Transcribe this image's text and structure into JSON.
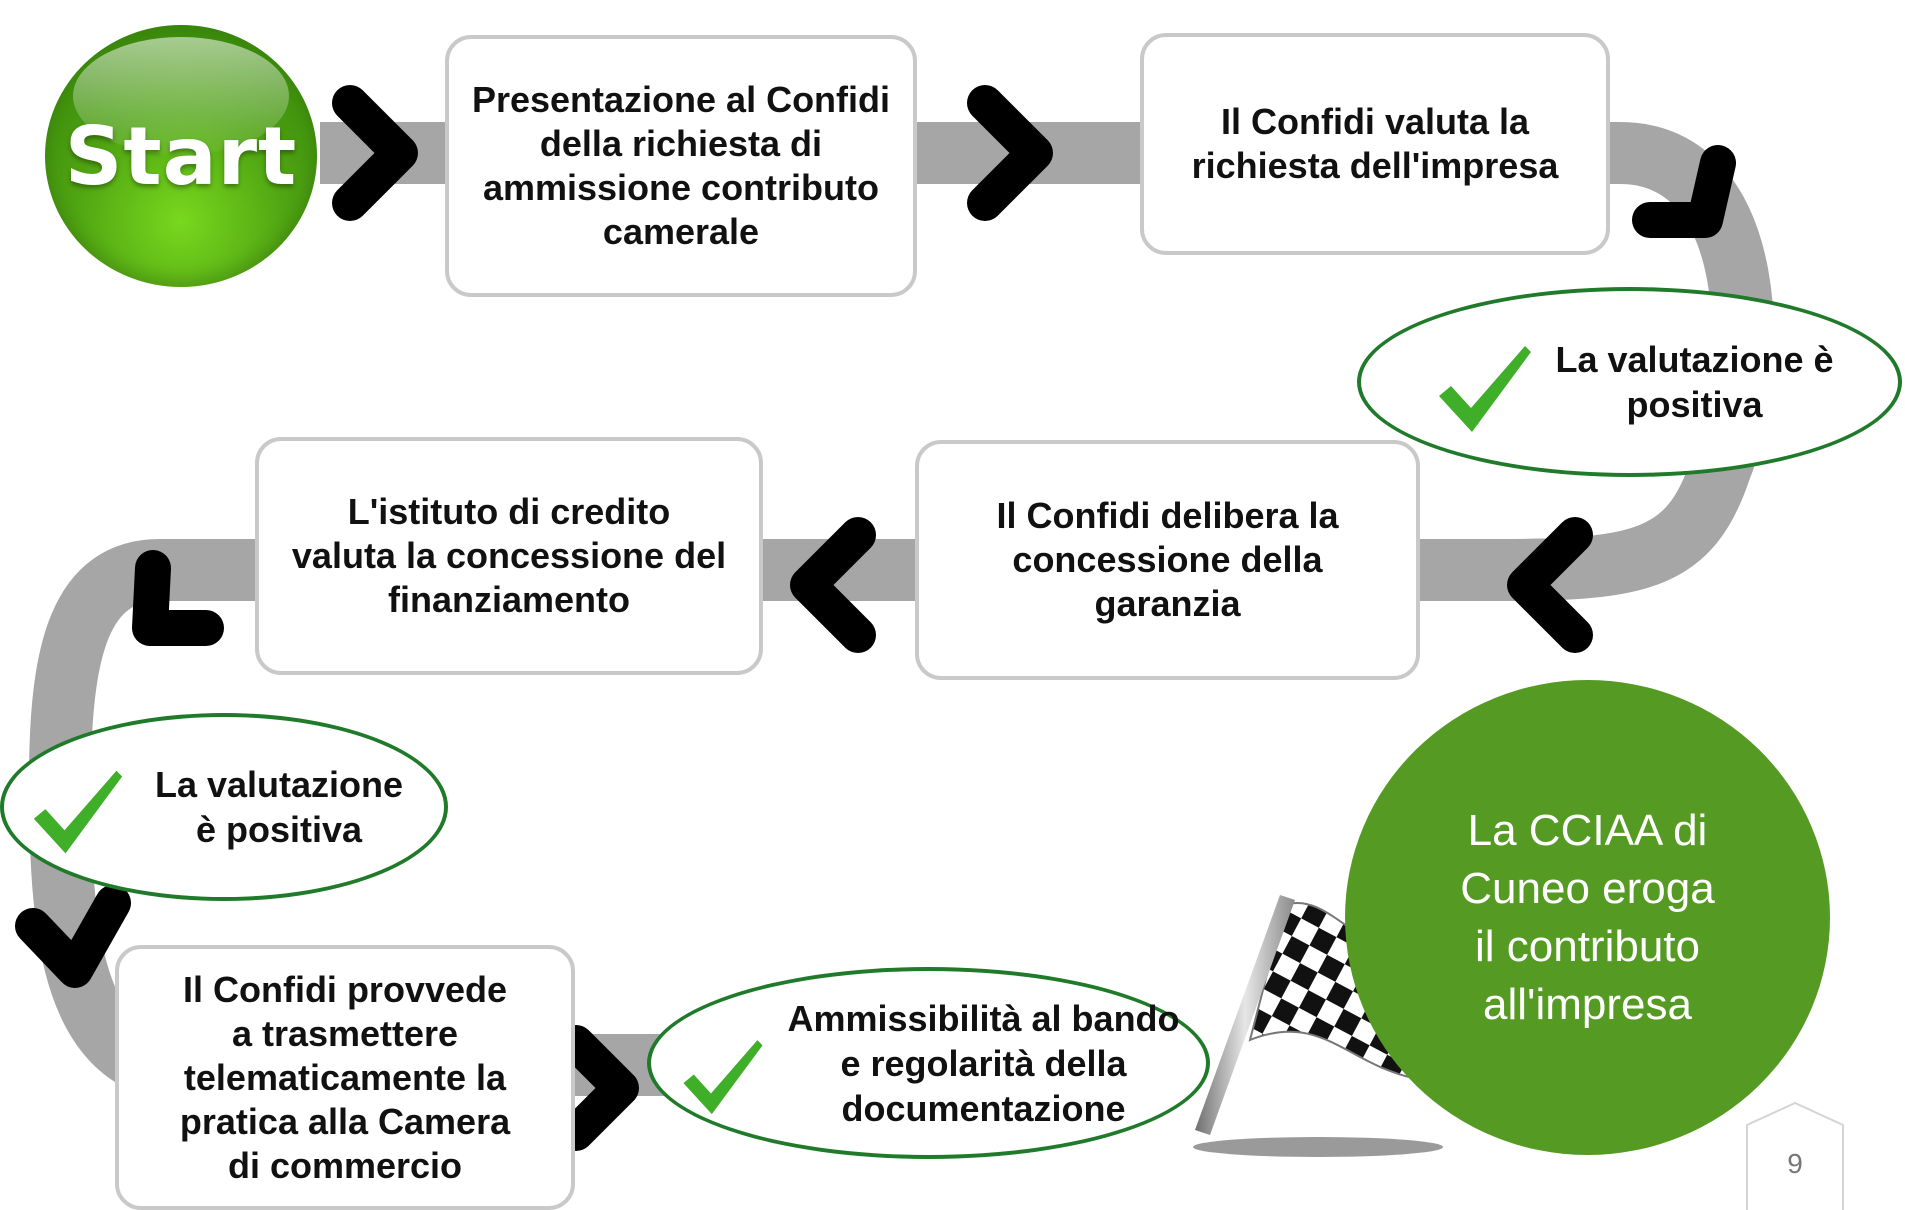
{
  "start": {
    "label": "Start"
  },
  "steps": [
    {
      "label": "Presentazione al Confidi\ndella richiesta di\nammissione contributo\ncamerale"
    },
    {
      "label": "Il Confidi valuta la\nrichiesta dell'impresa"
    },
    {
      "label": "Il Confidi delibera la\nconcessione della\ngaranzia"
    },
    {
      "label": "L'istituto di credito\nvaluta la concessione del\nfinanziamento"
    },
    {
      "label": "Il Confidi provvede\na trasmettere\ntelematicamente la\npratica alla Camera\ndi commercio"
    }
  ],
  "checks": [
    {
      "label": "La valutazione è\npositiva"
    },
    {
      "label": "La valutazione\nè positiva"
    },
    {
      "label": "Ammissibilità al bando\ne regolarità della\ndocumentazione"
    }
  ],
  "final": {
    "label": "La CCIAA di\nCuneo eroga\nil contributo\nall'impresa"
  },
  "page": {
    "number": "9"
  },
  "colors": {
    "track": "#a6a6a6",
    "arrow": "#000000",
    "box_border": "#c9c9c9",
    "oval_border": "#1f7a2a",
    "check": "#3fae29",
    "final_fill": "#559a23",
    "start_fill": "#4fa412"
  }
}
